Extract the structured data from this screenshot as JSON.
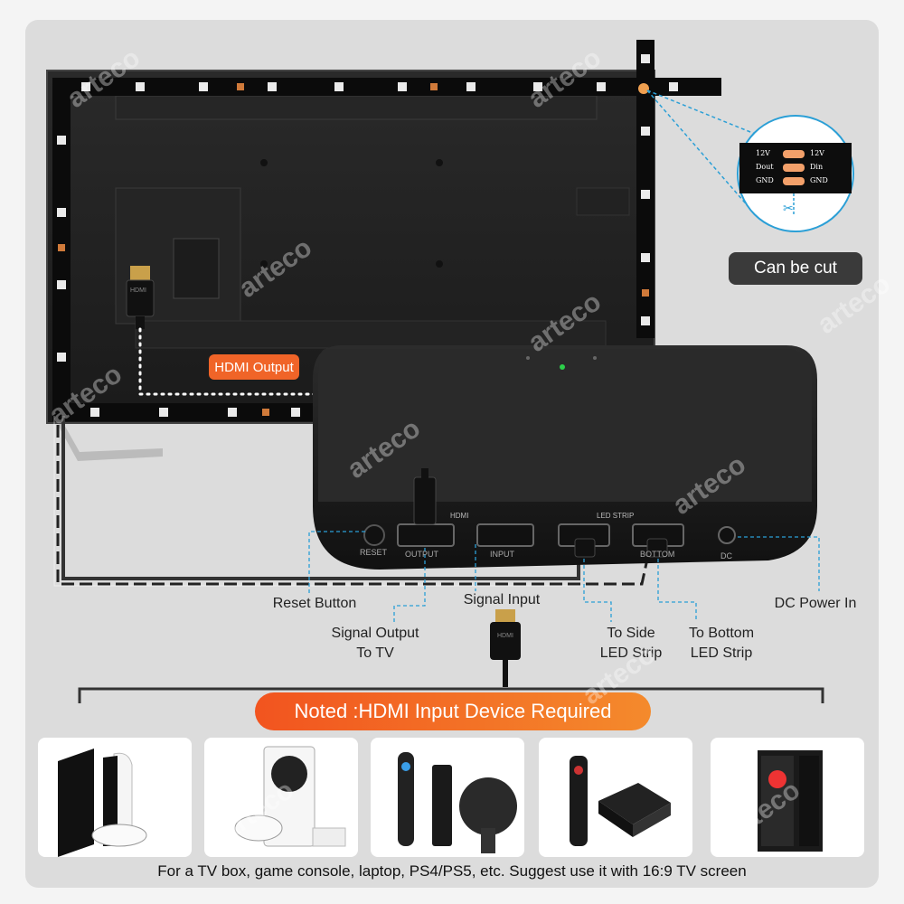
{
  "watermark": "arteco",
  "badges": {
    "can_be_cut": "Can be cut",
    "hdmi_output": "HDMI Output"
  },
  "strip_pins": {
    "left": [
      "12V",
      "Dout",
      "GND"
    ],
    "right": [
      "12V",
      "Din",
      "GND"
    ]
  },
  "box_ports": {
    "hdmi_group": "HDMI",
    "led_group": "LED STRIP",
    "reset": "RESET",
    "output": "OUTPUT",
    "input": "INPUT",
    "bottom": "BOTTOM",
    "dc": "DC",
    "cable": "HDMI"
  },
  "callouts": {
    "reset_button": "Reset Button",
    "signal_output": "Signal Output",
    "to_tv": "To TV",
    "signal_input": "Signal Input",
    "to_side": "To Side",
    "to_bottom": "To Bottom",
    "led_strip": "LED Strip",
    "dc_power_in": "DC Power In"
  },
  "noted": "Noted :HDMI Input Device Required",
  "devices": [
    "playstation-consoles",
    "xbox-series-s",
    "fire-tv-stick-chromecast",
    "android-tv-box",
    "gaming-pc"
  ],
  "footer": "For a TV box, game console, laptop, PS4/PS5, etc. Suggest use it with 16:9 TV screen",
  "colors": {
    "accent_orange": "#f06428",
    "callout_blue": "#2b9fd6",
    "panel": "#dcdcdc"
  }
}
